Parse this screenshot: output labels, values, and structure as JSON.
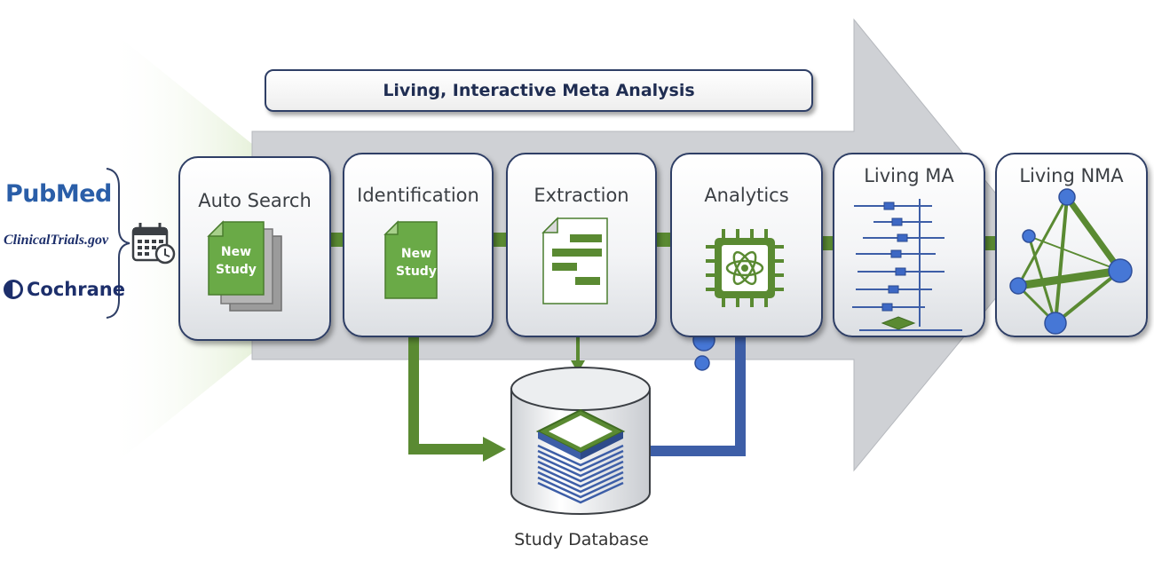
{
  "banner": {
    "title": "Living, Interactive Meta Analysis"
  },
  "sources": {
    "pubmed": "PubMed",
    "clinicaltrials": "ClinicalTrials.gov",
    "cochrane": "Cochrane"
  },
  "stages": [
    {
      "title": "Auto Search",
      "doc_label_1": "New",
      "doc_label_2": "Study"
    },
    {
      "title": "Identification",
      "doc_label_1": "New",
      "doc_label_2": "Study"
    },
    {
      "title": "Extraction"
    },
    {
      "title": "Analytics"
    },
    {
      "title": "Living MA"
    },
    {
      "title": "Living NMA"
    }
  ],
  "database": {
    "label": "Study Database"
  },
  "icons": [
    "calendar-clock-icon",
    "document-stack-icon",
    "document-icon",
    "extraction-form-icon",
    "ai-chip-icon",
    "forest-plot-icon",
    "network-graph-icon",
    "database-cylinder-icon"
  ],
  "colors": {
    "green": "#5a8a32",
    "doc_green": "#6aaa47",
    "blue": "#3d5ea7",
    "border": "#2f3f66",
    "arrow_gray": "#cfd1d5"
  }
}
